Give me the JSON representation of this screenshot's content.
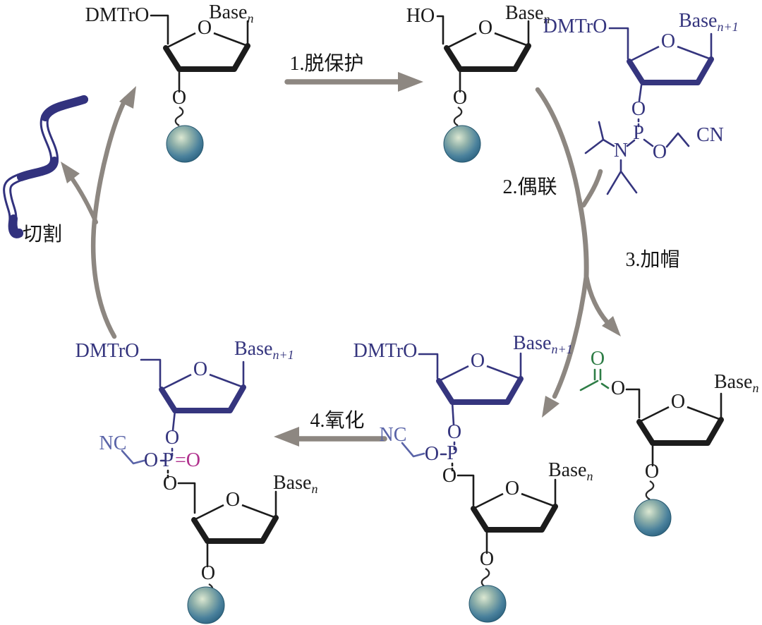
{
  "figure": {
    "kind": "oligonucleotide solid-phase synthesis cycle"
  },
  "labels": {
    "dmtro": "DMTrO",
    "ho": "HO",
    "base": "Base",
    "sub_n": "n",
    "sub_n1": "n+1",
    "oxygen": "O",
    "phosphorus": "P",
    "nitrogen": "N",
    "cyano": "CN",
    "cyano_rev": "NC",
    "p_double_o": "=O"
  },
  "steps": {
    "step1": "1.脱保护",
    "step2": "2.偶联",
    "step3": "3.加帽",
    "step4": "4.氧化",
    "cleavage": "切割"
  },
  "colors": {
    "black_structure": "#1c1c1c",
    "blue_structure": "#35357e",
    "light_blue_chain": "#5a64a8",
    "magenta_po": "#b0308d",
    "green_acetyl": "#2e7d46",
    "arrow_gray": "#8d8781",
    "bead_edge": "#2c6280",
    "bead_mid": "#4e809b",
    "bead_highlight": "#dce8d2",
    "ribbon_blue": "#32327e"
  },
  "icons": {
    "bead": "solid-support-bead-icon",
    "ribbon": "cleaved-oligo-ribbon-icon",
    "squiggle": "linker-squiggle-icon"
  }
}
